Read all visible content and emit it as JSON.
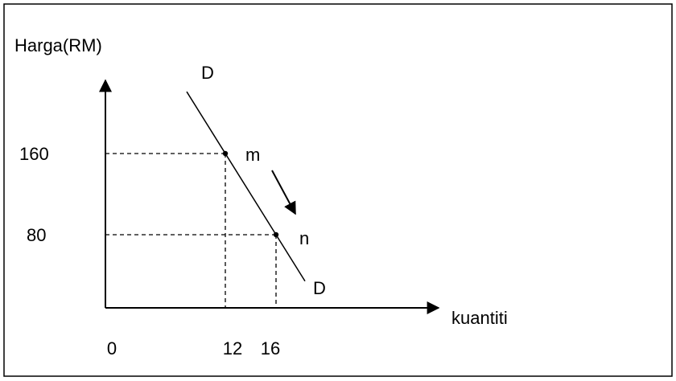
{
  "chart_data": {
    "type": "line",
    "ylabel": "Harga(RM)",
    "xlabel": "kuantiti",
    "x_origin_label": "0",
    "x_ticks": [
      {
        "value": 12,
        "label": "12"
      },
      {
        "value": 16,
        "label": "16"
      }
    ],
    "y_ticks": [
      {
        "value": 160,
        "label": "160"
      },
      {
        "value": 80,
        "label": "80"
      }
    ],
    "curve_label_top": "D",
    "curve_label_bottom": "D",
    "points": [
      {
        "name": "m",
        "x": 12,
        "y": 160
      },
      {
        "name": "n",
        "x": 16,
        "y": 80
      }
    ],
    "movement": "m-to-n"
  },
  "colors": {
    "ink": "#000000",
    "background": "#ffffff"
  }
}
